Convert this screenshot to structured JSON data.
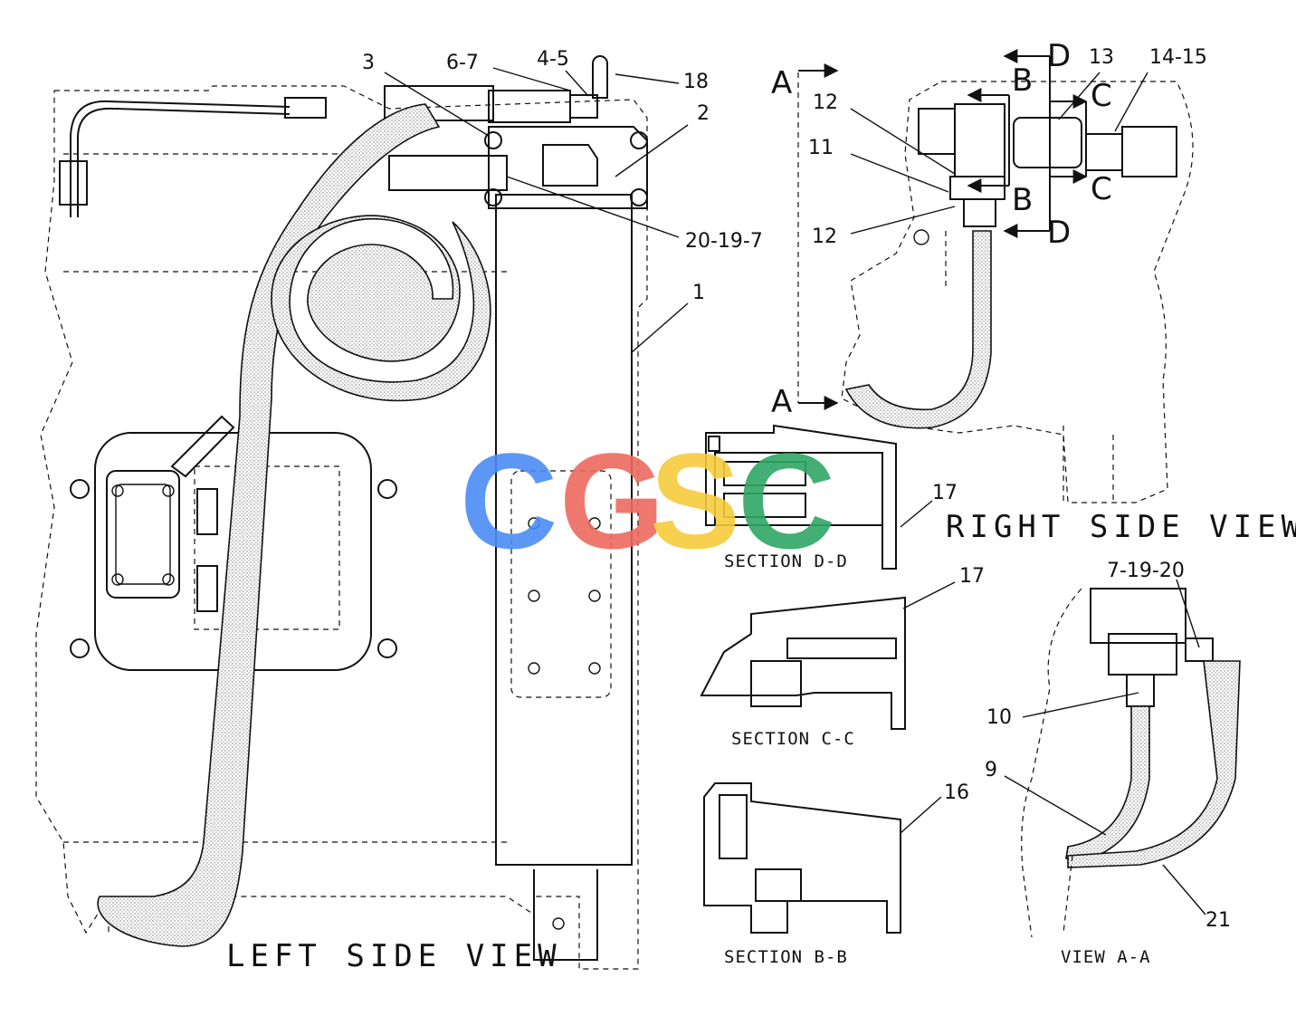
{
  "views": {
    "left_title": "LEFT SIDE VIEW",
    "right_title": "RIGHT SIDE VIEW",
    "section_dd": "SECTION D-D",
    "section_cc": "SECTION C-C",
    "section_bb": "SECTION B-B",
    "view_aa": "VIEW A-A"
  },
  "callouts": {
    "c3": "3",
    "c67": "6-7",
    "c45": "4-5",
    "c18": "18",
    "c2": "2",
    "c20197": "20-19-7",
    "c1": "1",
    "c12a": "12",
    "c11": "11",
    "c12b": "12",
    "c13": "13",
    "c1415": "14-15",
    "c17a": "17",
    "c17b": "17",
    "c16": "16",
    "c71920": "7-19-20",
    "c10": "10",
    "c9": "9",
    "c21": "21"
  },
  "cut_markers": {
    "a_top": "A",
    "a_bottom": "A",
    "b_top": "B",
    "b_bottom": "B",
    "c_top": "C",
    "c_bottom": "C",
    "d_top": "D",
    "d_bottom": "D"
  },
  "watermark": {
    "letters": [
      "C",
      "G",
      "S",
      "C"
    ],
    "colors": [
      "#4c8cf5",
      "#ee6a5f",
      "#f7cb3d",
      "#2fa765"
    ]
  }
}
